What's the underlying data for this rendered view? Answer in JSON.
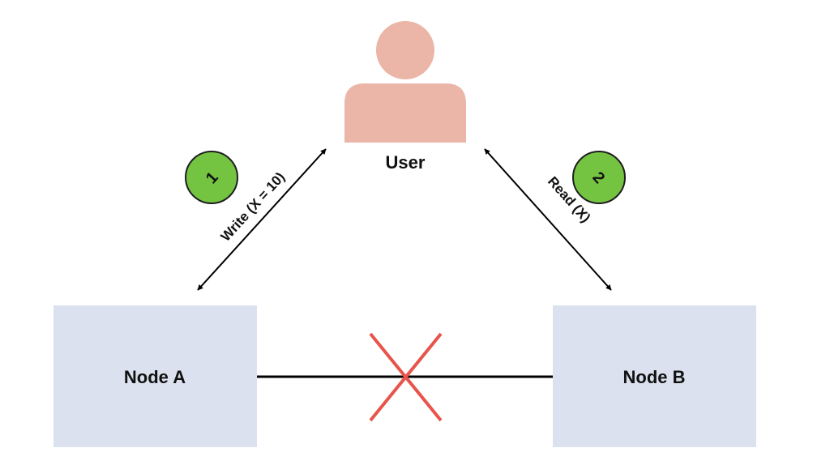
{
  "user": {
    "label": "User",
    "color": "#ebb5a8"
  },
  "nodes": [
    {
      "label": "Node A",
      "color": "#dbe1ef"
    },
    {
      "label": "Node B",
      "color": "#dbe1ef"
    }
  ],
  "steps": [
    {
      "number": "1",
      "action": "Write (X = 10)"
    },
    {
      "number": "2",
      "action": "Read (X)"
    }
  ],
  "colors": {
    "step_badge": "#74c442",
    "step_badge_border": "#1f1f1f",
    "partition_mark": "#e8544b",
    "link": "#000000"
  },
  "icons": {
    "user": "user-icon",
    "partition": "x-mark-icon"
  }
}
